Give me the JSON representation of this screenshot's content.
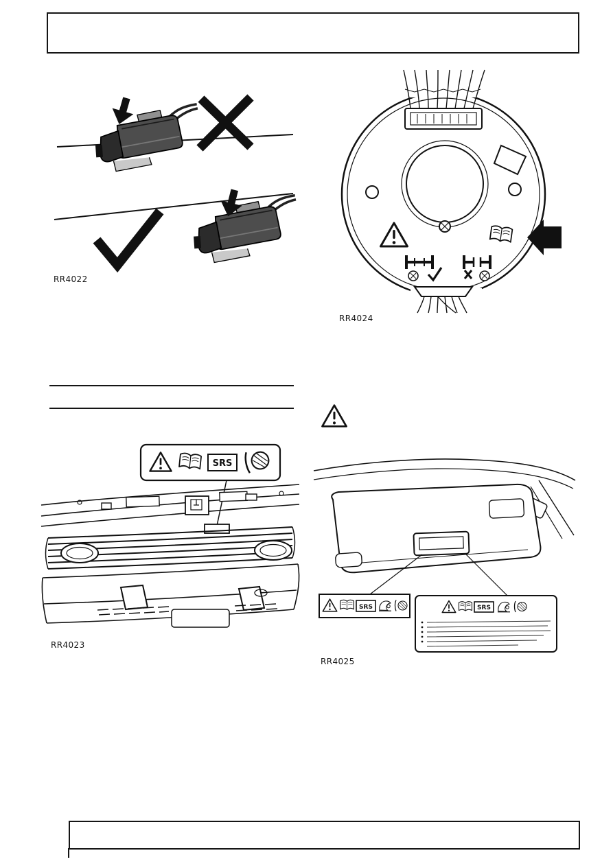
{
  "document": {
    "kind": "workshop-manual-page",
    "header_text": "",
    "footer_text": ""
  },
  "figures": {
    "connector_check": {
      "label": "RR4022"
    },
    "rotary_coupler": {
      "label": "RR4024"
    },
    "grille_label_location": {
      "label": "RR4023",
      "srs_badge": "SRS"
    },
    "visor_labels": {
      "label": "RR4025",
      "srs_badge_left": "SRS",
      "srs_badge_right": "SRS"
    }
  },
  "icons": {
    "warning_triangle": "⚠",
    "handbook": "open-book",
    "airbag": "airbag-pictogram",
    "child_seat": "child-seat-pictogram",
    "checkmark": "✓",
    "cross_mark": "✕",
    "press_arrow": "▼",
    "pointer_arrow": "◄"
  }
}
